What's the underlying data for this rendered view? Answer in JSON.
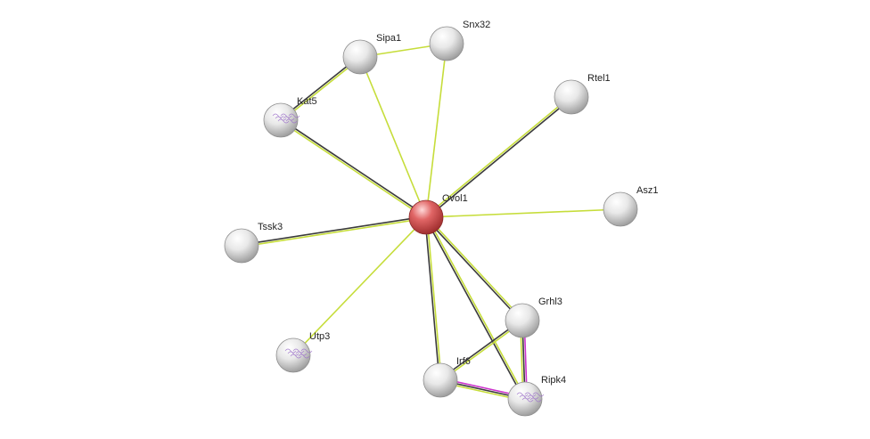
{
  "colors": {
    "query_node": "#d04a4a",
    "node": "#dcdcdc",
    "edge_text_mining": "#c6dd3a",
    "edge_coexpression": "#3b3b3b",
    "edge_experimental": "#cc33cc",
    "structure_glyph": "#9b6fc9"
  },
  "nodes": [
    {
      "id": "Ovol1",
      "label": "Ovol1",
      "query": true
    },
    {
      "id": "Sipa1",
      "label": "Sipa1"
    },
    {
      "id": "Snx32",
      "label": "Snx32"
    },
    {
      "id": "Kat5",
      "label": "Kat5",
      "structure": true
    },
    {
      "id": "Rtel1",
      "label": "Rtel1"
    },
    {
      "id": "Asz1",
      "label": "Asz1"
    },
    {
      "id": "Tssk3",
      "label": "Tssk3"
    },
    {
      "id": "Utp3",
      "label": "Utp3",
      "structure": true
    },
    {
      "id": "Grhl3",
      "label": "Grhl3"
    },
    {
      "id": "Irf6",
      "label": "Irf6"
    },
    {
      "id": "Ripk4",
      "label": "Ripk4",
      "structure": true
    }
  ],
  "edges": [
    {
      "source": "Ovol1",
      "target": "Sipa1",
      "types": [
        "text_mining"
      ]
    },
    {
      "source": "Ovol1",
      "target": "Snx32",
      "types": [
        "text_mining"
      ]
    },
    {
      "source": "Ovol1",
      "target": "Kat5",
      "types": [
        "text_mining",
        "coexpression"
      ]
    },
    {
      "source": "Ovol1",
      "target": "Rtel1",
      "types": [
        "text_mining",
        "coexpression"
      ]
    },
    {
      "source": "Ovol1",
      "target": "Asz1",
      "types": [
        "text_mining"
      ]
    },
    {
      "source": "Ovol1",
      "target": "Tssk3",
      "types": [
        "text_mining",
        "coexpression"
      ]
    },
    {
      "source": "Ovol1",
      "target": "Utp3",
      "types": [
        "text_mining"
      ]
    },
    {
      "source": "Ovol1",
      "target": "Grhl3",
      "types": [
        "text_mining",
        "coexpression"
      ]
    },
    {
      "source": "Ovol1",
      "target": "Irf6",
      "types": [
        "text_mining",
        "coexpression"
      ]
    },
    {
      "source": "Ovol1",
      "target": "Ripk4",
      "types": [
        "text_mining",
        "coexpression"
      ]
    },
    {
      "source": "Sipa1",
      "target": "Snx32",
      "types": [
        "text_mining"
      ]
    },
    {
      "source": "Sipa1",
      "target": "Kat5",
      "types": [
        "text_mining",
        "coexpression"
      ]
    },
    {
      "source": "Grhl3",
      "target": "Irf6",
      "types": [
        "text_mining",
        "coexpression"
      ]
    },
    {
      "source": "Grhl3",
      "target": "Ripk4",
      "types": [
        "experimental",
        "coexpression",
        "text_mining"
      ]
    },
    {
      "source": "Irf6",
      "target": "Ripk4",
      "types": [
        "experimental",
        "coexpression",
        "text_mining"
      ]
    }
  ]
}
